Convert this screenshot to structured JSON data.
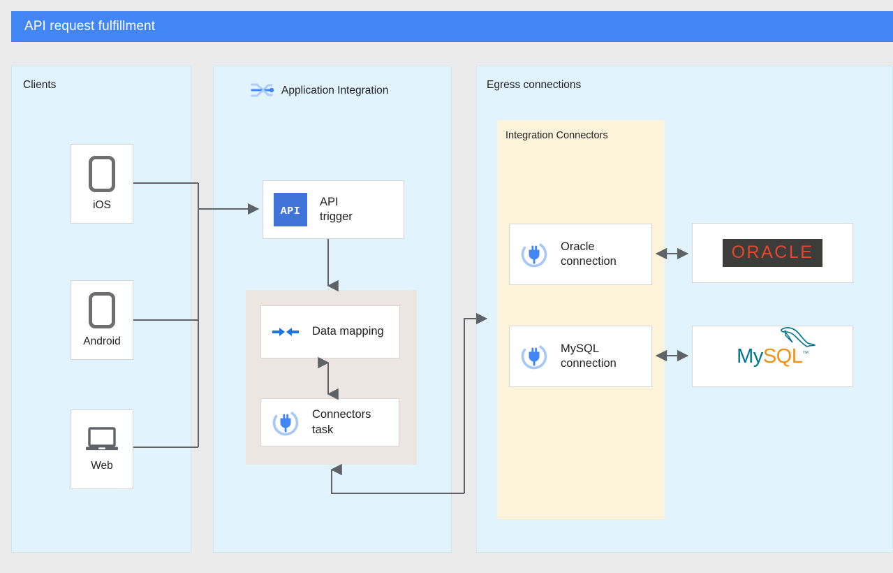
{
  "header": {
    "title": "API request fulfillment",
    "bar_color": "#4285f4"
  },
  "panels": {
    "clients": {
      "label": "Clients",
      "color": "#e1f3fd"
    },
    "application_integration": {
      "label": "Application Integration",
      "icon": "application-integration-icon",
      "color": "#e1f3fd"
    },
    "egress": {
      "label": "Egress connections",
      "color": "#e1f3fd"
    },
    "integration_connectors": {
      "label": "Integration Connectors",
      "color": "#fdf3da"
    }
  },
  "clients": [
    {
      "label": "iOS",
      "icon": "mobile-phone-icon"
    },
    {
      "label": "Android",
      "icon": "mobile-phone-icon"
    },
    {
      "label": "Web",
      "icon": "laptop-icon"
    }
  ],
  "integration_nodes": {
    "api_trigger": {
      "label": "API\ntrigger",
      "icon": "api-icon",
      "icon_text": "API",
      "icon_color": "#4074d8"
    },
    "data_mapping": {
      "label": "Data mapping",
      "icon": "data-mapping-icon",
      "icon_color": "#1a73e8"
    },
    "connectors_task": {
      "label": "Connectors\ntask",
      "icon": "plug-icon",
      "icon_color": "#4285f4"
    }
  },
  "connections": [
    {
      "label": "Oracle\nconnection",
      "icon": "plug-icon"
    },
    {
      "label": "MySQL\nconnection",
      "icon": "plug-icon"
    }
  ],
  "backends": [
    {
      "name": "oracle-logo",
      "text": "ORACLE",
      "text_color": "#e8452c",
      "background": "#3c3c3a"
    },
    {
      "name": "mysql-logo",
      "text_primary": "My",
      "text_secondary": "SQL",
      "trademark": "™",
      "primary_color": "#00758f",
      "secondary_color": "#f29111"
    }
  ],
  "wire_color": "#5f6368"
}
